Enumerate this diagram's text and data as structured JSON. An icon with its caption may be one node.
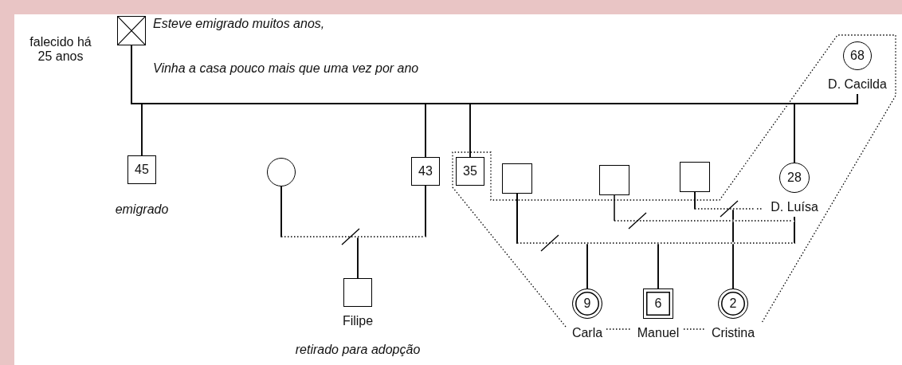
{
  "diagram": {
    "nodes": [
      {
        "text": [],
        "shape": "box",
        "beside": [
          "falecido há 25 anos",
          "Esteve emigrado muitos anos,",
          "Vinha a casa pouco mais que uma vez por ano"
        ]
      },
      {
        "text": [
          "68",
          "D. Cacilda"
        ]
      },
      {
        "text": [
          "45"
        ],
        "beside": [
          "emigrado"
        ]
      },
      {
        "text": [],
        "shape": "circle"
      },
      {
        "text": [
          "43"
        ]
      },
      {
        "text": [
          "35"
        ]
      },
      {
        "text": [],
        "shape": "box"
      },
      {
        "text": [],
        "shape": "box"
      },
      {
        "text": [],
        "shape": "box"
      },
      {
        "text": [
          "28",
          "D. Luísa"
        ]
      },
      {
        "text": [
          "Filipe"
        ],
        "beside": [
          "retirado para adopção"
        ]
      },
      {
        "text": [
          "9",
          "Carla"
        ]
      },
      {
        "text": [
          "6",
          "Manuel"
        ]
      },
      {
        "text": [
          "2",
          "Cristina"
        ]
      }
    ],
    "edges": [
      {
        "from": 0,
        "to": 1,
        "arrow": "none"
      },
      {
        "from": 0,
        "to": 2,
        "arrow": "none"
      },
      {
        "from": 0,
        "to": 4,
        "arrow": "none"
      },
      {
        "from": 0,
        "to": 5,
        "arrow": "none"
      },
      {
        "from": 0,
        "to": 9,
        "arrow": "none"
      },
      {
        "from": 1,
        "to": 2,
        "arrow": "none"
      },
      {
        "from": 1,
        "to": 4,
        "arrow": "none"
      },
      {
        "from": 1,
        "to": 5,
        "arrow": "none"
      },
      {
        "from": 1,
        "to": 9,
        "arrow": "none"
      },
      {
        "from": 3,
        "to": 4,
        "arrow": "none",
        "style": "dashed"
      },
      {
        "from": 3,
        "to": 10,
        "arrow": "none"
      },
      {
        "from": 4,
        "to": 10,
        "arrow": "none"
      },
      {
        "from": 6,
        "to": 9,
        "arrow": "none",
        "style": "dashed"
      },
      {
        "from": 7,
        "to": 9,
        "arrow": "none",
        "style": "dashed"
      },
      {
        "from": 8,
        "to": 9,
        "arrow": "none",
        "style": "dashed"
      },
      {
        "from": 6,
        "to": 11,
        "arrow": "none"
      },
      {
        "from": 6,
        "to": 12,
        "arrow": "none"
      },
      {
        "from": 9,
        "to": 11,
        "arrow": "none"
      },
      {
        "from": 9,
        "to": 12,
        "arrow": "none"
      },
      {
        "from": 8,
        "to": 13,
        "arrow": "none"
      },
      {
        "from": 9,
        "to": 13,
        "arrow": "none"
      }
    ]
  }
}
